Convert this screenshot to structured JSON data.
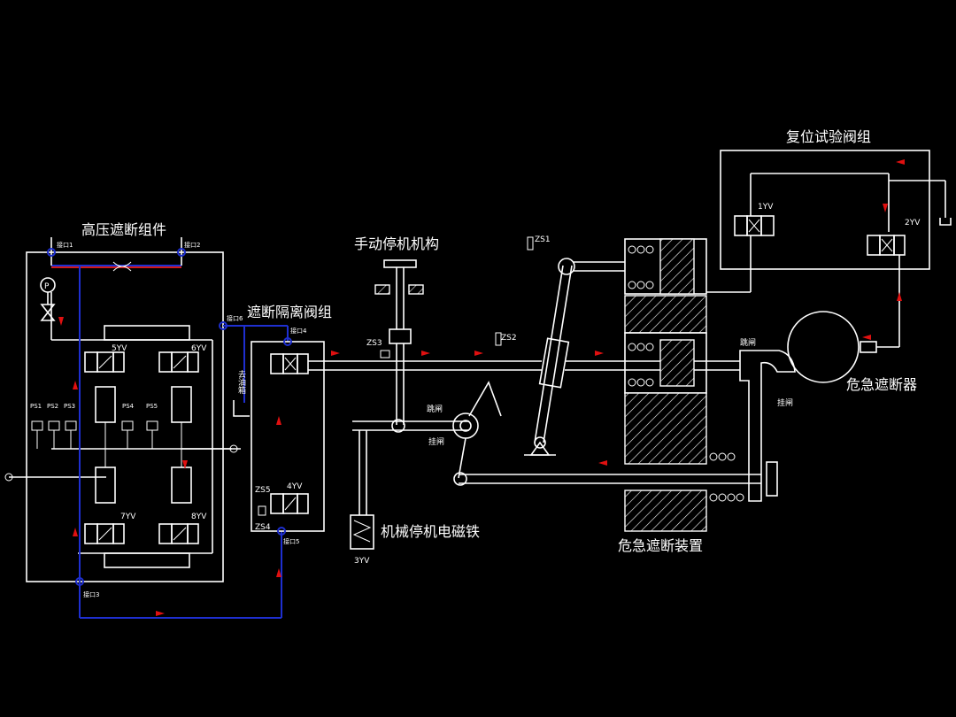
{
  "labels": {
    "hp_trip_block": "高压遮断组件",
    "isolation_valve_group": "遮断隔离阀组",
    "manual_trip": "手动停机机构",
    "reset_test_valve_group": "复位试验阀组",
    "emergency_trip_device": "危急遮断装置",
    "emergency_tripper": "危急遮断器",
    "mech_trip_solenoid": "机械停机电磁铁",
    "to_tank": "去油箱"
  },
  "ports": {
    "p1": "接口1",
    "p2": "接口2",
    "p3": "接口3",
    "p4": "接口4",
    "p5": "接口5",
    "p6": "接口6"
  },
  "valves": {
    "v1": "1YV",
    "v2": "2YV",
    "v3": "3YV",
    "v4": "4YV",
    "v5": "5YV",
    "v6": "6YV",
    "v7": "7YV",
    "v8": "8YV"
  },
  "pressure_switches": [
    "PS1",
    "PS2",
    "PS3",
    "PS4",
    "PS5"
  ],
  "position_switches": {
    "zs1": "ZS1",
    "zs2": "ZS2",
    "zs3": "ZS3",
    "zs4": "ZS4",
    "zs5": "ZS5"
  },
  "states": {
    "trip": "跳闸",
    "latch": "挂闸"
  },
  "gauge": "P",
  "colors": {
    "background": "#000000",
    "line": "#ffffff",
    "oil_path": "#1e2fd0",
    "flow_arrow": "#e01010"
  }
}
